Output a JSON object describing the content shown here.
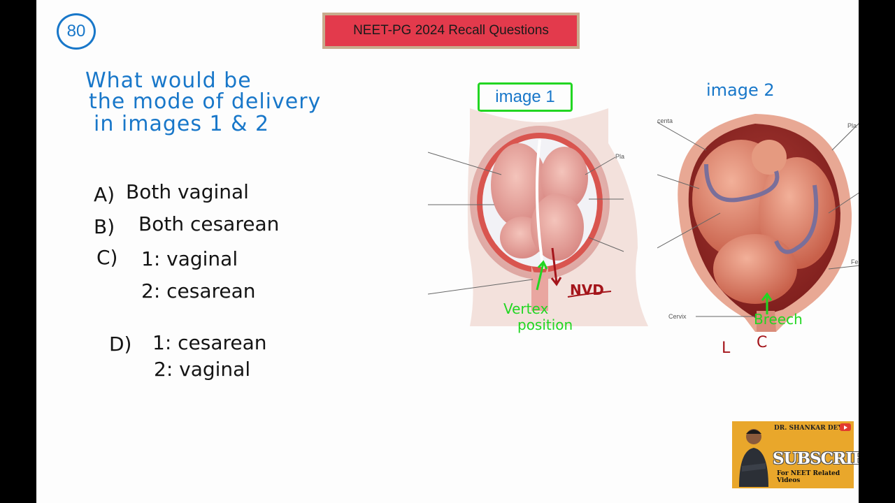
{
  "question_number": "80",
  "banner": "NEET-PG 2024 Recall Questions",
  "question": {
    "line1": "What would be",
    "line2": "the mode of delivery",
    "line3": "in images 1 & 2"
  },
  "options": {
    "a": {
      "letter": "A)",
      "text": "Both vaginal"
    },
    "b": {
      "letter": "B)",
      "text": "Both cesarean"
    },
    "c": {
      "letter": "C)",
      "line1": "1: vaginal",
      "line2": "2: cesarean"
    },
    "d": {
      "letter": "D)",
      "line1": "1: cesarean",
      "line2": "2: vaginal"
    }
  },
  "image1": {
    "label": "image 1",
    "annotation_nvd": "NVD",
    "annotation_vertex_1": "Vertex",
    "annotation_vertex_2": "position",
    "callout_right": "Pla"
  },
  "image2": {
    "label": "image 2",
    "annotation_breech": "Breech",
    "annotation_l": "L",
    "annotation_c": "C",
    "callout_top_left": "centa",
    "callout_top_right": "Pla",
    "callout_right": "Fe",
    "callout_cervix": "Cervix"
  },
  "sticker": {
    "name": "DR. SHANKAR DEY",
    "subscribe": "SUBSCRIBE",
    "tagline": "For NEET Related Videos"
  },
  "colors": {
    "ink_blue": "#1877c9",
    "ink_green": "#22d622",
    "ink_red": "#a4151b",
    "banner_red": "#e33a4c",
    "sticker_orange": "#e9a72b"
  }
}
